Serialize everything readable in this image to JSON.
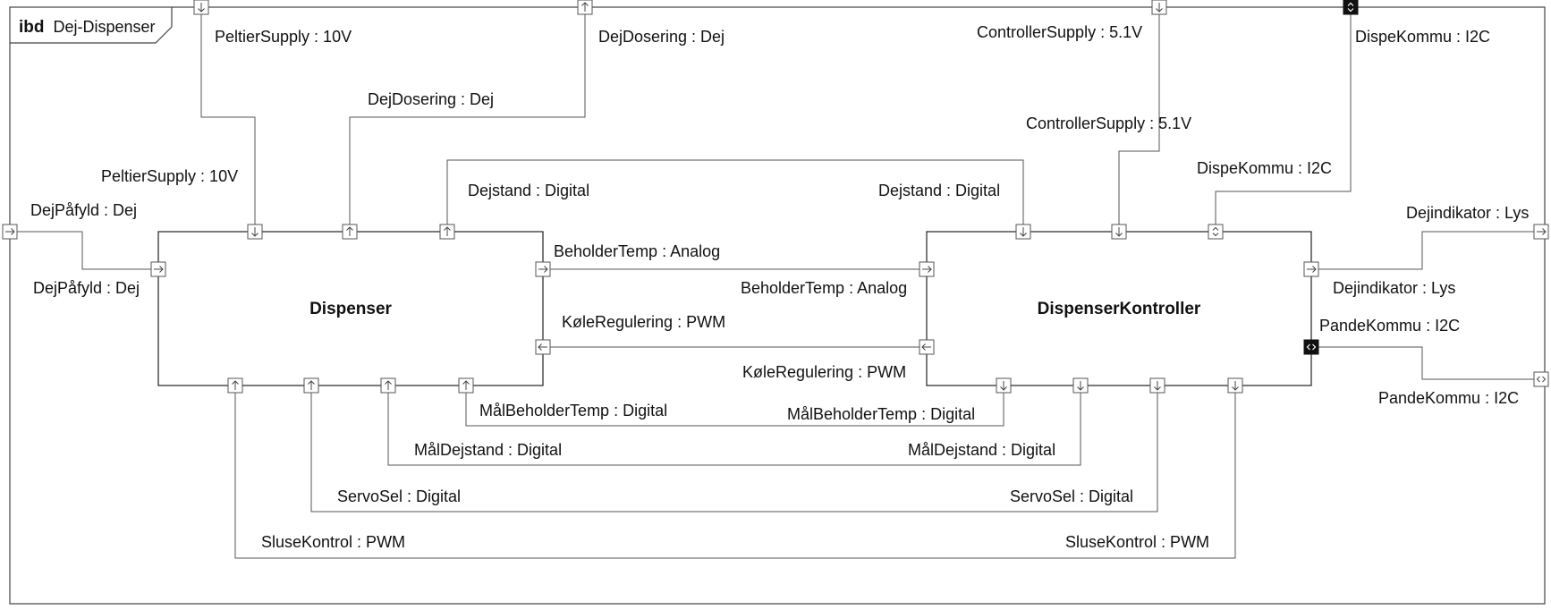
{
  "diagram": {
    "kind": "ibd",
    "name": "Dej-Dispenser"
  },
  "blocks": {
    "dispenser": "Dispenser",
    "kontroller": "DispenserKontroller"
  },
  "labels": {
    "peltier_top": "PeltierSupply : 10V",
    "peltier_inner": "PeltierSupply : 10V",
    "dosering_top": "DejDosering : Dej",
    "dosering_inner": "DejDosering : Dej",
    "ctrl_supply_top": "ControllerSupply : 5.1V",
    "ctrl_supply_inner": "ControllerSupply : 5.1V",
    "dispe_top": "DispeKommu : I2C",
    "dispe_inner": "DispeKommu : I2C",
    "pafyld_outer": "DejPåfyld : Dej",
    "pafyld_inner": "DejPåfyld : Dej",
    "dejstand_left": "Dejstand : Digital",
    "dejstand_right": "Dejstand : Digital",
    "holder_left": "BeholderTemp : Analog",
    "holder_right": "BeholderTemp : Analog",
    "kole_left": "KøleRegulering : PWM",
    "kole_right": "KøleRegulering : PWM",
    "indikator_outer": "Dejindikator : Lys",
    "indikator_inner": "Dejindikator : Lys",
    "pande_inner": "PandeKommu : I2C",
    "pande_outer": "PandeKommu : I2C",
    "malholder_left": "MålBeholderTemp : Digital",
    "malholder_right": "MålBeholderTemp : Digital",
    "maldej_left": "MålDejstand : Digital",
    "maldej_right": "MålDejstand : Digital",
    "servo_left": "ServoSel : Digital",
    "servo_right": "ServoSel : Digital",
    "sluse_left": "SluseKontrol : PWM",
    "sluse_right": "SluseKontrol : PWM"
  },
  "colors": {
    "line": "#555555",
    "text": "#111111",
    "dark_port": "#111111"
  }
}
